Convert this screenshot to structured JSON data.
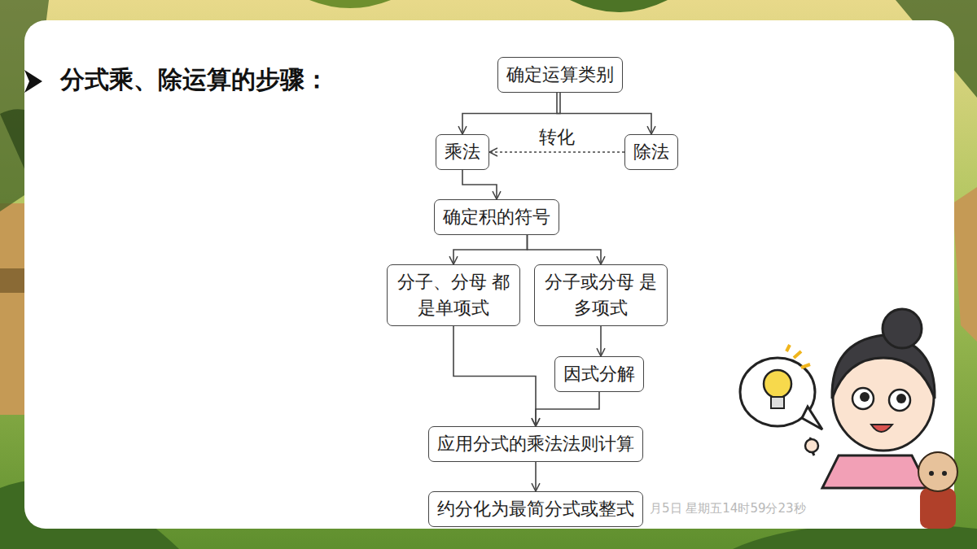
{
  "diagram": {
    "title": "分式乘、除运算的步骤：",
    "nodes": [
      {
        "text": [
          "确定运算类别"
        ]
      },
      {
        "text": [
          "乘法"
        ]
      },
      {
        "text": [
          "除法"
        ]
      },
      {
        "text": [
          "确定积的符号"
        ]
      },
      {
        "text": [
          "分子、分母 都是单项式"
        ]
      },
      {
        "text": [
          "分子或分母 是多项式"
        ]
      },
      {
        "text": [
          "因式分解"
        ]
      },
      {
        "text": [
          "应用分式的乘法法则计算"
        ]
      },
      {
        "text": [
          "约分化为最简分式或整式"
        ]
      }
    ],
    "edges": [
      {
        "from": 0,
        "to": 1,
        "arrow": "to"
      },
      {
        "from": 0,
        "to": 2,
        "arrow": "to"
      },
      {
        "from": 2,
        "to": 1,
        "label": "转化",
        "arrow": "to"
      },
      {
        "from": 1,
        "to": 3,
        "arrow": "to"
      },
      {
        "from": 3,
        "to": 4,
        "arrow": "to"
      },
      {
        "from": 3,
        "to": 5,
        "arrow": "to"
      },
      {
        "from": 5,
        "to": 6,
        "arrow": "to"
      },
      {
        "from": 4,
        "to": 7,
        "arrow": "to"
      },
      {
        "from": 6,
        "to": 7,
        "arrow": "to"
      },
      {
        "from": 7,
        "to": 8,
        "arrow": "to"
      }
    ],
    "labels": [
      "月5日 星期五14时59分23秒"
    ]
  }
}
